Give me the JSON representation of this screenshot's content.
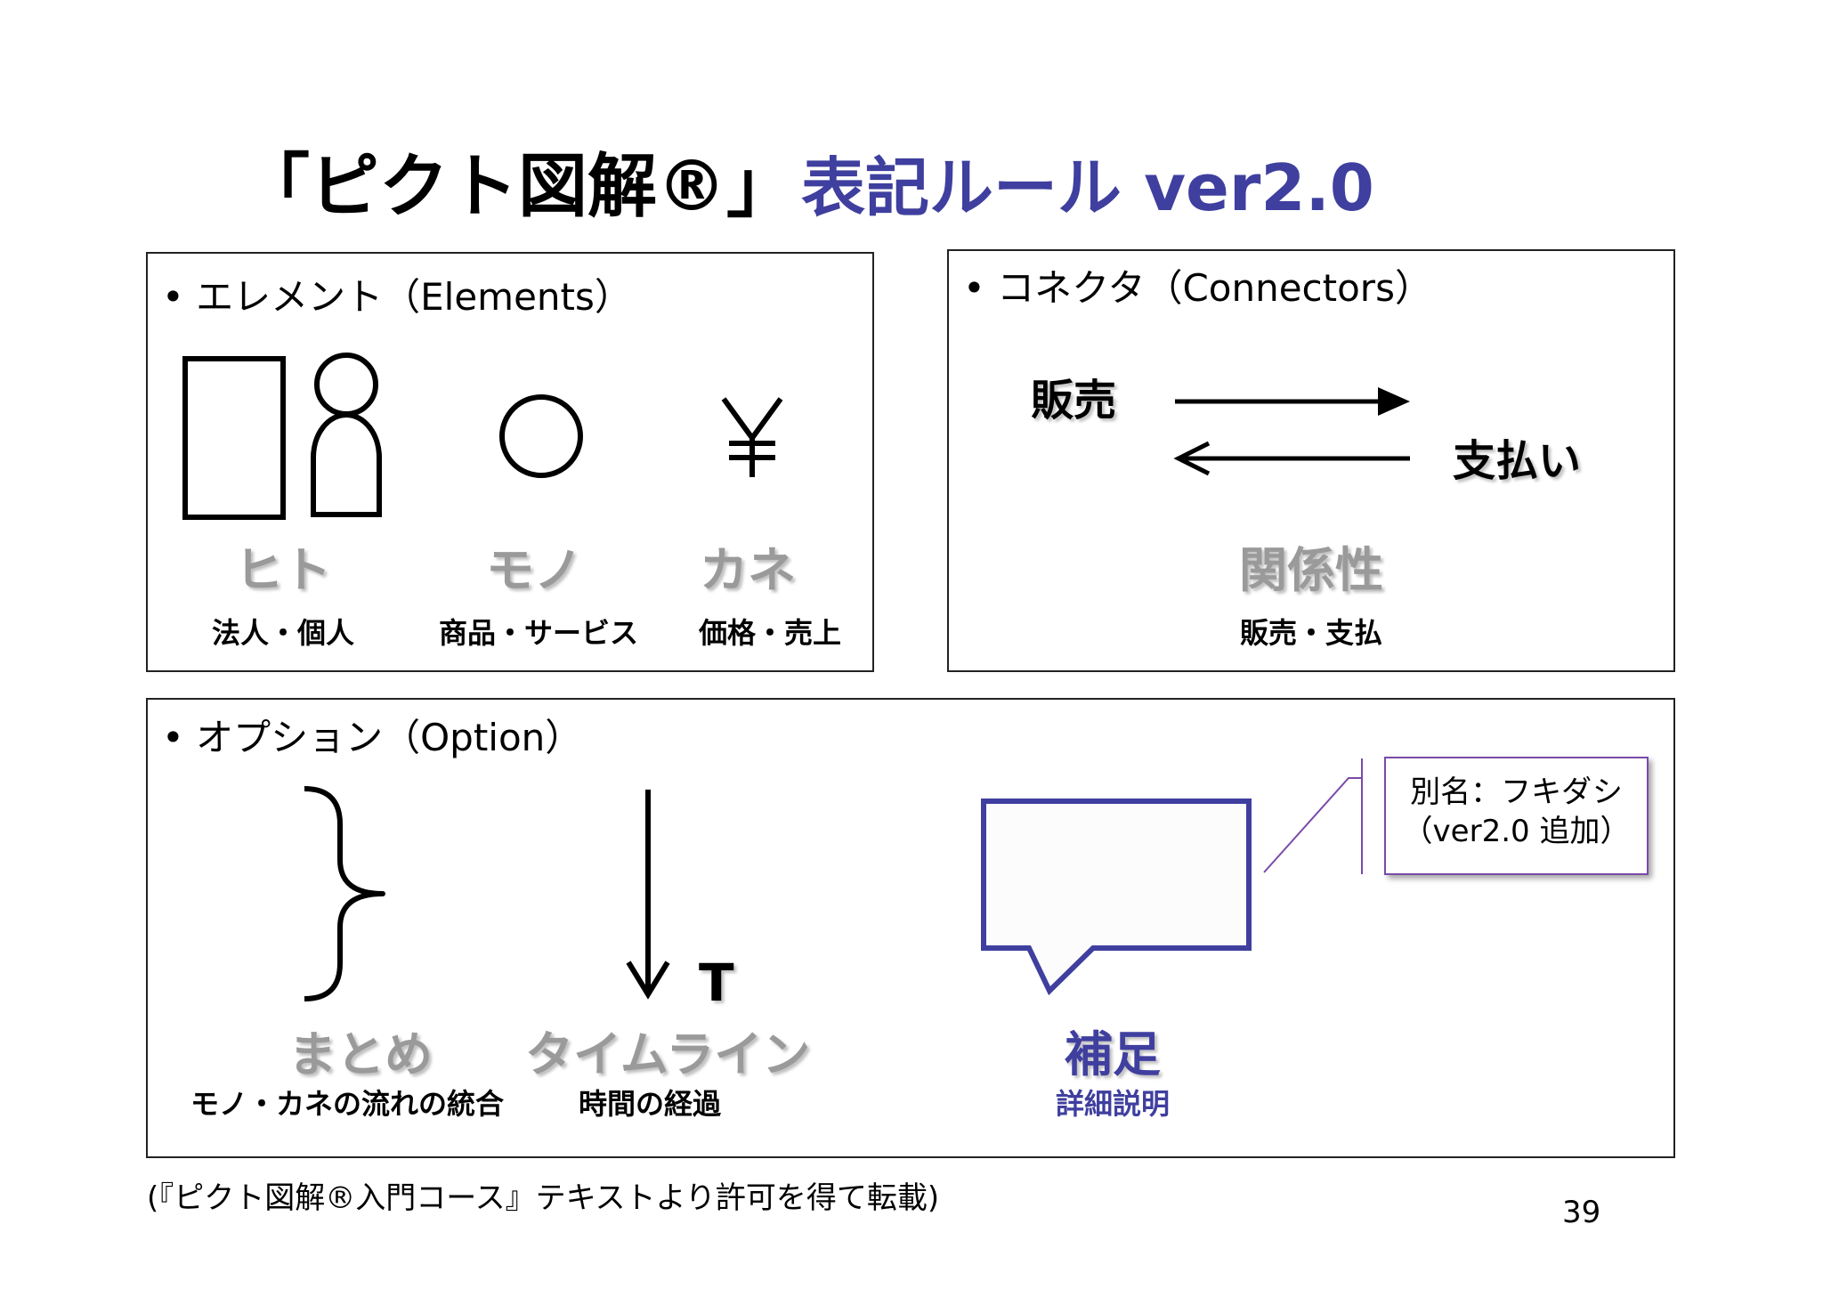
{
  "title": {
    "part1": "「ピクト図解®」",
    "part2": "表記ルール ver2.0"
  },
  "elements": {
    "heading": "• エレメント（Elements）",
    "labels": [
      "ヒト",
      "モノ",
      "カネ"
    ],
    "subs": [
      "法人・個人",
      "商品・サービス",
      "価格・売上"
    ],
    "yen_symbol": "¥"
  },
  "connectors": {
    "heading": "• コネクタ（Connectors）",
    "left_label": "販売",
    "right_label": "支払い",
    "label": "関係性",
    "sub": "販売・支払"
  },
  "option": {
    "heading": "• オプション（Option）",
    "labels": [
      "まとめ",
      "タイムライン",
      "補足"
    ],
    "subs": [
      "モノ・カネの流れの統合",
      "時間の経過",
      "詳細説明"
    ],
    "t_mark": "T",
    "callout_line1": "別名：フキダシ",
    "callout_line2": "（ver2.0 追加）",
    "accent_color": "#3f3f9f"
  },
  "footer": "(『ピクト図解®入門コース』テキストより許可を得て転載)",
  "page_number": "39"
}
